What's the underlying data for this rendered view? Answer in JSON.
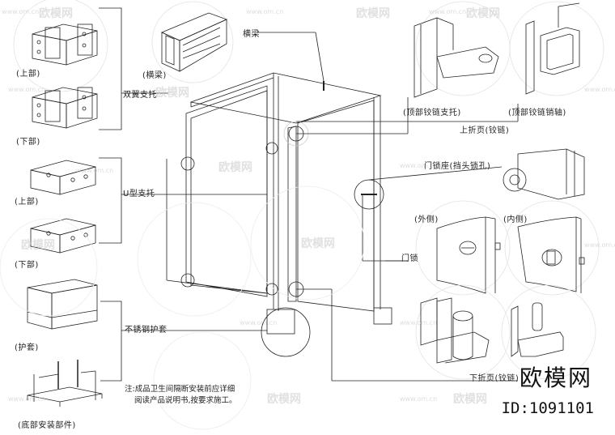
{
  "labels": {
    "top_part": "(上部)",
    "bottom_part": "(下部)",
    "top_part_2": "(上部)",
    "bottom_part_2": "(下部)",
    "sleeve": "护套",
    "base_parts": "(底部安装部件)",
    "beam_caption": "(横梁)",
    "beam": "横梁",
    "double_ear": "双翼支托",
    "u_bracket": "U型支托",
    "ss_sleeve": "不锈钢护套",
    "top_hinge_bracket": "(顶部铰链支托)",
    "top_hinge_pin": "(顶部铰链销轴)",
    "upper_hinge": "上折页(铰链)",
    "lock_seat": "门锁座(挡头锁孔)",
    "outer": "(外侧)",
    "inner": "(内侧)",
    "door_lock": "门锁",
    "lower_hinge": "下折页(铰链)"
  },
  "note": {
    "line1": "注:成品卫生间隔断安装前应详细",
    "line2": "阅读产品说明书,按要求施工。"
  },
  "brand": {
    "name": "欧模网",
    "id": "ID:1091101"
  },
  "watermark": {
    "logo": "欧模网",
    "site": "www.om.cn"
  }
}
